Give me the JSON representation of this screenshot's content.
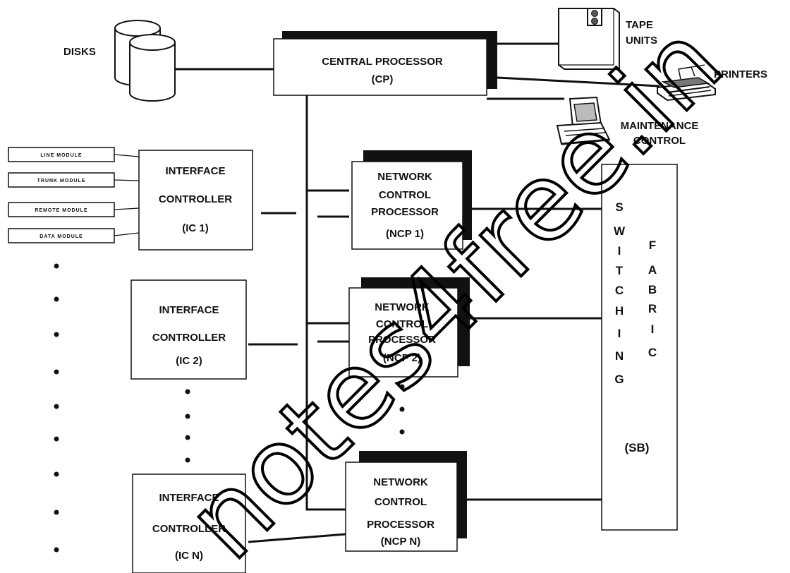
{
  "nodes": {
    "disks": "DISKS",
    "cp": [
      "CENTRAL PROCESSOR",
      "(CP)"
    ],
    "tape": [
      "TAPE",
      "UNITS"
    ],
    "printers": "PRINTERS",
    "maintenance": [
      "MAINTENANCE",
      "CONTROL"
    ],
    "modules": [
      "LINE MODULE",
      "TRUNK MODULE",
      "REMOTE MODULE",
      "DATA MODULE"
    ],
    "ic1": [
      "INTERFACE",
      "CONTROLLER",
      "(IC 1)"
    ],
    "ic2": [
      "INTERFACE",
      "CONTROLLER",
      "(IC 2)"
    ],
    "icn": [
      "INTERFACE",
      "CONTROLLER",
      "(IC N)"
    ],
    "ncp1": [
      "NETWORK",
      "CONTROL",
      "PROCESSOR",
      "(NCP 1)"
    ],
    "ncp2": [
      "NETWORK",
      "CONTROL",
      "PROCESSOR",
      "(NCP 2)"
    ],
    "ncpn": [
      "NETWORK",
      "CONTROL",
      "PROCESSOR",
      "(NCP N)"
    ],
    "switching": [
      "S",
      "W",
      "I",
      "T",
      "C",
      "H",
      "I",
      "N",
      "G"
    ],
    "fabric": [
      "F",
      "A",
      "B",
      "R",
      "I",
      "C"
    ],
    "sb": "(SB)"
  },
  "watermark": "notes4free.in"
}
